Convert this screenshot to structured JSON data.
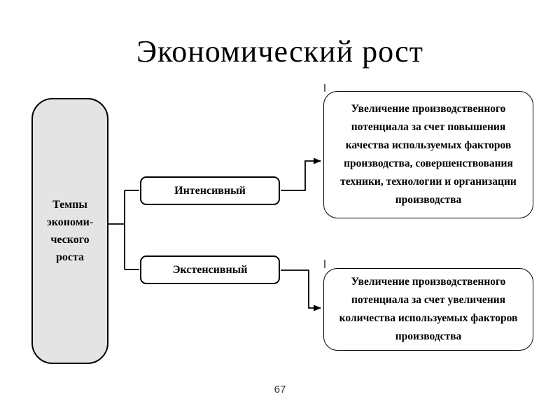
{
  "slide": {
    "title": "Экономический рост",
    "page_number": "67"
  },
  "diagram": {
    "root_label_lines": [
      "Темпы",
      "экономи-",
      "ческого",
      "роста"
    ],
    "branches": [
      {
        "label": "Интенсивный",
        "description": "Увеличение производственного потенциала за счет повышения качества используемых факторов производства, совершенствования техники, технологии и организации производства"
      },
      {
        "label": "Экстенсивный",
        "description": "Увеличение производственного потенциала за счет увеличения количества используемых факторов производства"
      }
    ],
    "colors": {
      "root_fill": "#e4e4e4",
      "line": "#000000",
      "background": "#ffffff"
    }
  }
}
